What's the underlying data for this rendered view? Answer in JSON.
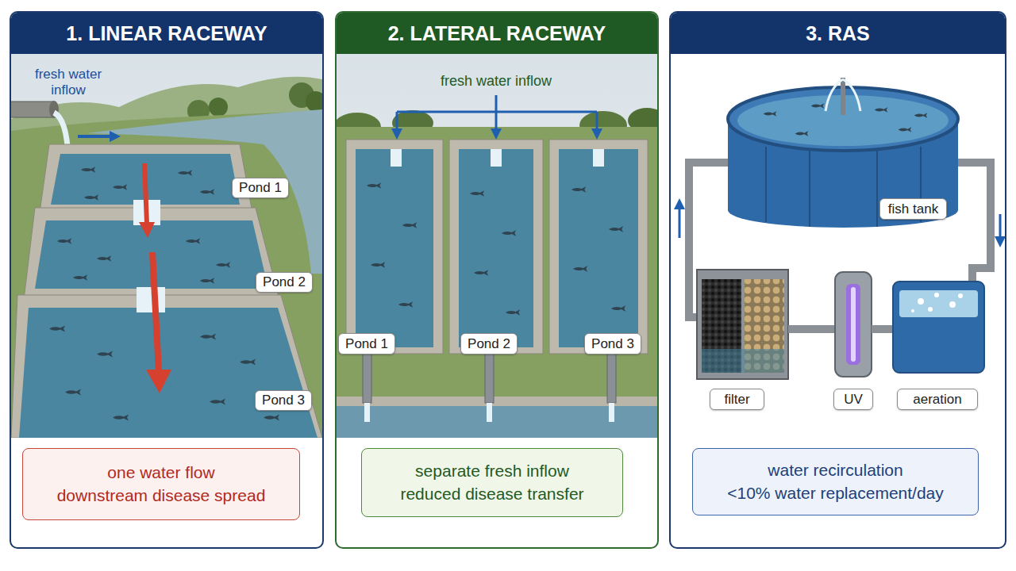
{
  "diagram": {
    "nodes": [
      {
        "text": [
          "1. LINEAR RACEWAY"
        ]
      },
      {
        "text": [
          "Pond 1"
        ],
        "in": 0
      },
      {
        "text": [
          "Pond 2"
        ],
        "in": 0
      },
      {
        "text": [
          "Pond 3"
        ],
        "in": 0
      },
      {
        "text": [
          "one water flow",
          "downstream disease spread"
        ],
        "in": 0
      },
      {
        "text": [
          "2. LATERAL RACEWAY"
        ]
      },
      {
        "text": [
          "Pond 1"
        ],
        "in": 5
      },
      {
        "text": [
          "Pond 2"
        ],
        "in": 5
      },
      {
        "text": [
          "Pond 3"
        ],
        "in": 5
      },
      {
        "text": [
          "separate fresh inflow",
          "reduced disease transfer"
        ],
        "in": 5
      },
      {
        "text": [
          "3. RAS"
        ]
      },
      {
        "text": [
          "fish tank"
        ],
        "in": 10
      },
      {
        "text": [
          "filter"
        ],
        "in": 10
      },
      {
        "text": [
          "UV"
        ],
        "in": 10
      },
      {
        "text": [
          "aeration"
        ],
        "in": 10
      },
      {
        "text": [
          "water recirculation",
          "<10% water replacement/day"
        ],
        "in": 10
      }
    ],
    "labels": [
      "fresh water inflow",
      "fresh water inflow"
    ]
  }
}
